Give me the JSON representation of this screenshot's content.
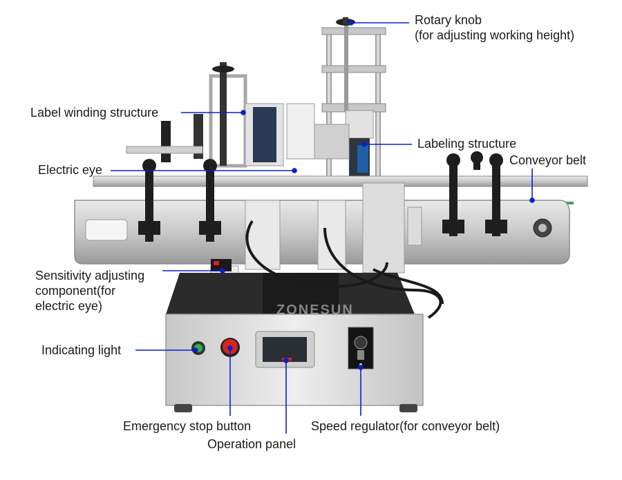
{
  "diagram": {
    "labels": {
      "rotary_knob": [
        "Rotary knob",
        "(for adjusting working height)"
      ],
      "label_winding": "Label winding structure",
      "labeling_structure": "Labeling structure",
      "conveyor_belt": "Conveyor belt",
      "electric_eye": "Electric eye",
      "sensitivity": [
        "Sensitivity adjusting",
        "component(for",
        "electric eye)"
      ],
      "indicating_light": "Indicating light",
      "emergency_stop": "Emergency stop button",
      "operation_panel": "Operation panel",
      "speed_regulator": "Speed regulator(for conveyor belt)"
    },
    "brand_mark": "ZONESUN",
    "colors": {
      "leader_line": "#0a1fc8",
      "leader_dot": "#0a1fc8",
      "machine_body": "#dcdcdc",
      "indicator_green": "#2fb34a",
      "stop_red": "#d8241f"
    }
  }
}
